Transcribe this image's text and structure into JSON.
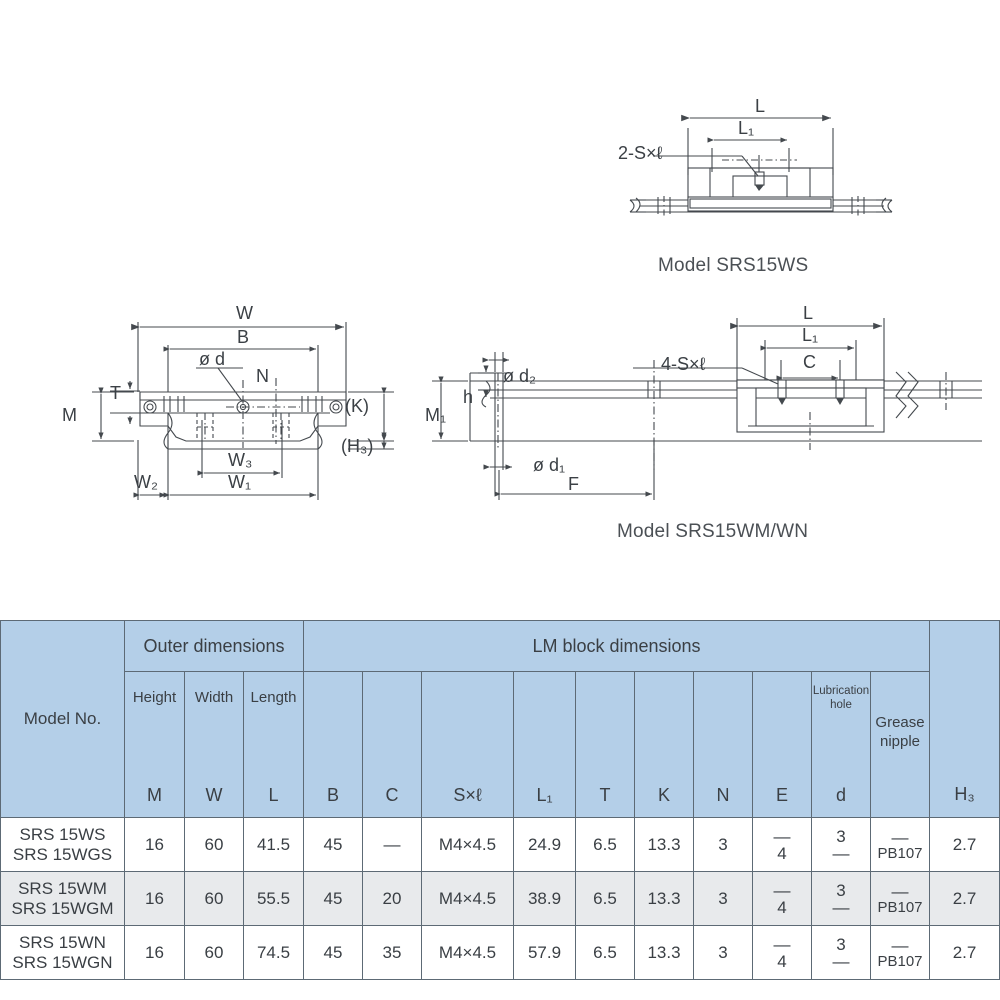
{
  "drawings": {
    "top_view": {
      "caption": "Model SRS15WS",
      "labels": {
        "L": "L",
        "L1": "L₁",
        "screws": "2-S×ℓ"
      }
    },
    "section_view": {
      "labels": {
        "W": "W",
        "B": "B",
        "dia_d": "ø d",
        "N": "N",
        "T": "T",
        "M": "M",
        "K": "(K)",
        "H3": "(H₃)",
        "W1": "W₁",
        "W2": "W₂",
        "W3": "W₃"
      }
    },
    "side_view": {
      "caption": "Model SRS15WM/WN",
      "labels": {
        "L": "L",
        "L1": "L₁",
        "C": "C",
        "screws": "4-S×ℓ",
        "dia_d2": "ø d₂",
        "dia_d1": "ø d₁",
        "h": "h",
        "M1": "M₁",
        "F": "F"
      }
    }
  },
  "table": {
    "group_headers": {
      "model": "Model No.",
      "outer": "Outer dimensions",
      "lm_block": "LM block dimensions"
    },
    "columns": [
      {
        "word": "",
        "symbol": "Model No."
      },
      {
        "word": "Height",
        "symbol": "M"
      },
      {
        "word": "Width",
        "symbol": "W"
      },
      {
        "word": "Length",
        "symbol": "L"
      },
      {
        "word": "",
        "symbol": "B"
      },
      {
        "word": "",
        "symbol": "C"
      },
      {
        "word": "",
        "symbol": "S×ℓ"
      },
      {
        "word": "",
        "symbol": "L₁"
      },
      {
        "word": "",
        "symbol": "T"
      },
      {
        "word": "",
        "symbol": "K"
      },
      {
        "word": "",
        "symbol": "N"
      },
      {
        "word": "",
        "symbol": "E"
      },
      {
        "word": "Lubrication hole",
        "symbol": "d"
      },
      {
        "word": "Grease nipple",
        "symbol": ""
      },
      {
        "word": "",
        "symbol": "H₃"
      }
    ],
    "header_words": {
      "height": "Height",
      "width": "Width",
      "length": "Length",
      "lubrication_hole_l1": "Lubrication",
      "lubrication_hole_l2": "hole",
      "grease_nipple_l1": "Grease",
      "grease_nipple_l2": "nipple"
    },
    "header_symbols": {
      "M": "M",
      "W": "W",
      "L": "L",
      "B": "B",
      "C": "C",
      "Sxl": "S×ℓ",
      "L1": "L₁",
      "T": "T",
      "K": "K",
      "N": "N",
      "E": "E",
      "d": "d",
      "H3": "H₃"
    },
    "rows": [
      {
        "model_line1": "SRS 15WS",
        "model_line2": "SRS 15WGS",
        "M": "16",
        "W": "60",
        "L": "41.5",
        "B": "45",
        "C": "—",
        "Sxl": "M4×4.5",
        "L1": "24.9",
        "T": "6.5",
        "K": "13.3",
        "N": "3",
        "E_top": "—",
        "E_bottom": "4",
        "d_top": "3",
        "d_bottom": "—",
        "grease_top": "—",
        "grease_bottom": "PB107",
        "H3": "2.7",
        "shaded": false
      },
      {
        "model_line1": "SRS 15WM",
        "model_line2": "SRS 15WGM",
        "M": "16",
        "W": "60",
        "L": "55.5",
        "B": "45",
        "C": "20",
        "Sxl": "M4×4.5",
        "L1": "38.9",
        "T": "6.5",
        "K": "13.3",
        "N": "3",
        "E_top": "—",
        "E_bottom": "4",
        "d_top": "3",
        "d_bottom": "—",
        "grease_top": "—",
        "grease_bottom": "PB107",
        "H3": "2.7",
        "shaded": true
      },
      {
        "model_line1": "SRS 15WN",
        "model_line2": "SRS 15WGN",
        "M": "16",
        "W": "60",
        "L": "74.5",
        "B": "45",
        "C": "35",
        "Sxl": "M4×4.5",
        "L1": "57.9",
        "T": "6.5",
        "K": "13.3",
        "N": "3",
        "E_top": "—",
        "E_bottom": "4",
        "d_top": "3",
        "d_bottom": "—",
        "grease_top": "—",
        "grease_bottom": "PB107",
        "H3": "2.7",
        "shaded": false
      }
    ]
  },
  "colors": {
    "header_blue": "#b4cfe8",
    "alt_row": "#e8eaec",
    "grid_line": "#5d6a75",
    "ink": "#3a3f44"
  }
}
